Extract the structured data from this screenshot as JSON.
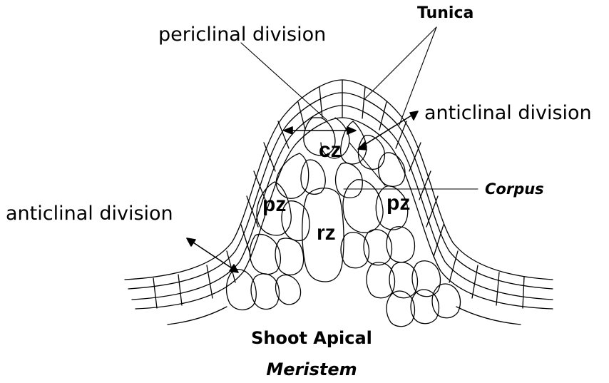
{
  "labels": {
    "tunica": "Tunica",
    "periclinal": "periclinal division",
    "anticlinal_right": "anticlinal division",
    "anticlinal_left": "anticlinal division",
    "corpus": "Corpus"
  },
  "zones": {
    "cz": "cz",
    "pz_left": "pz",
    "pz_right": "pz",
    "rz": "rz"
  },
  "title": {
    "line1": "Shoot Apical",
    "line2": "Meristem"
  },
  "colors": {
    "stroke": "#000000",
    "background": "#ffffff"
  }
}
